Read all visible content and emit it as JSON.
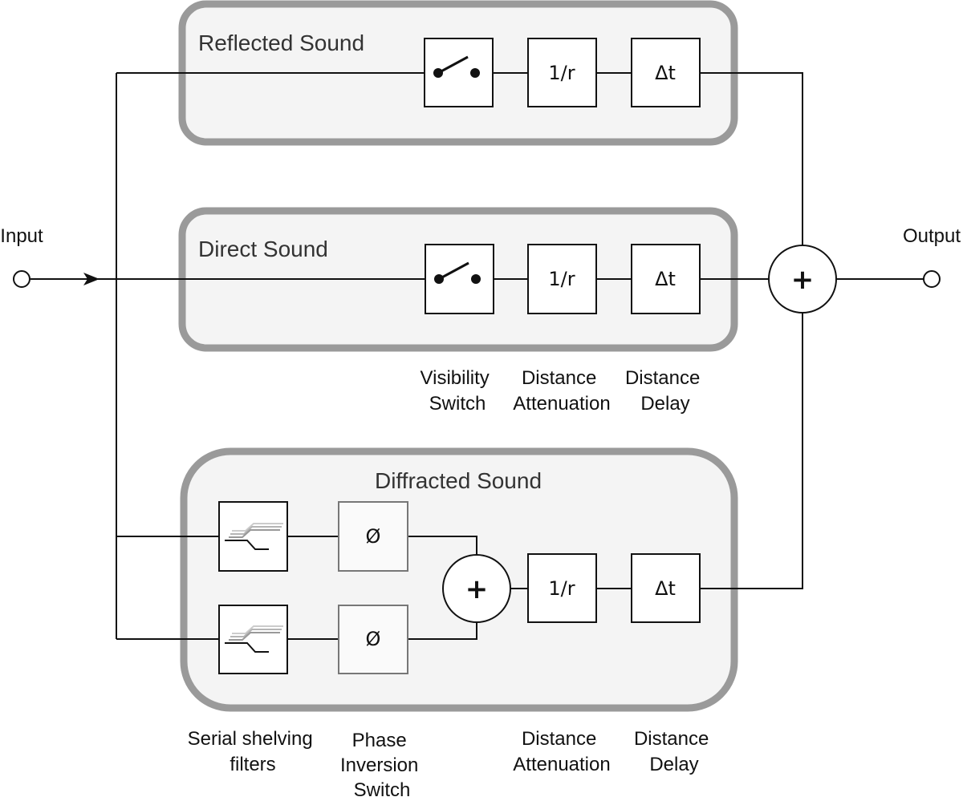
{
  "input_label": "Input",
  "output_label": "Output",
  "groups": {
    "reflected": {
      "title": "Reflected Sound"
    },
    "direct": {
      "title": "Direct Sound"
    },
    "diffracted": {
      "title": "Diffracted Sound"
    }
  },
  "symbols": {
    "attenuation": "1/r",
    "delay": "Δt",
    "phase": "Ø",
    "sum": "+"
  },
  "icons": {
    "switch": "switch-open-icon",
    "shelving_filter": "shelving-filter-icon",
    "input_arrow": "arrow-right-icon"
  },
  "captions": {
    "direct": {
      "visibility_switch": [
        "Visibility",
        "Switch"
      ],
      "distance_attenuation": [
        "Distance",
        "Attenuation"
      ],
      "distance_delay": [
        "Distance",
        "Delay"
      ]
    },
    "diffracted": {
      "serial_shelving_filters": [
        "Serial shelving",
        "filters"
      ],
      "phase_inversion_switch": [
        "Phase",
        "Inversion",
        "Switch"
      ],
      "distance_attenuation": [
        "Distance",
        "Attenuation"
      ],
      "distance_delay": [
        "Distance",
        "Delay"
      ]
    }
  }
}
